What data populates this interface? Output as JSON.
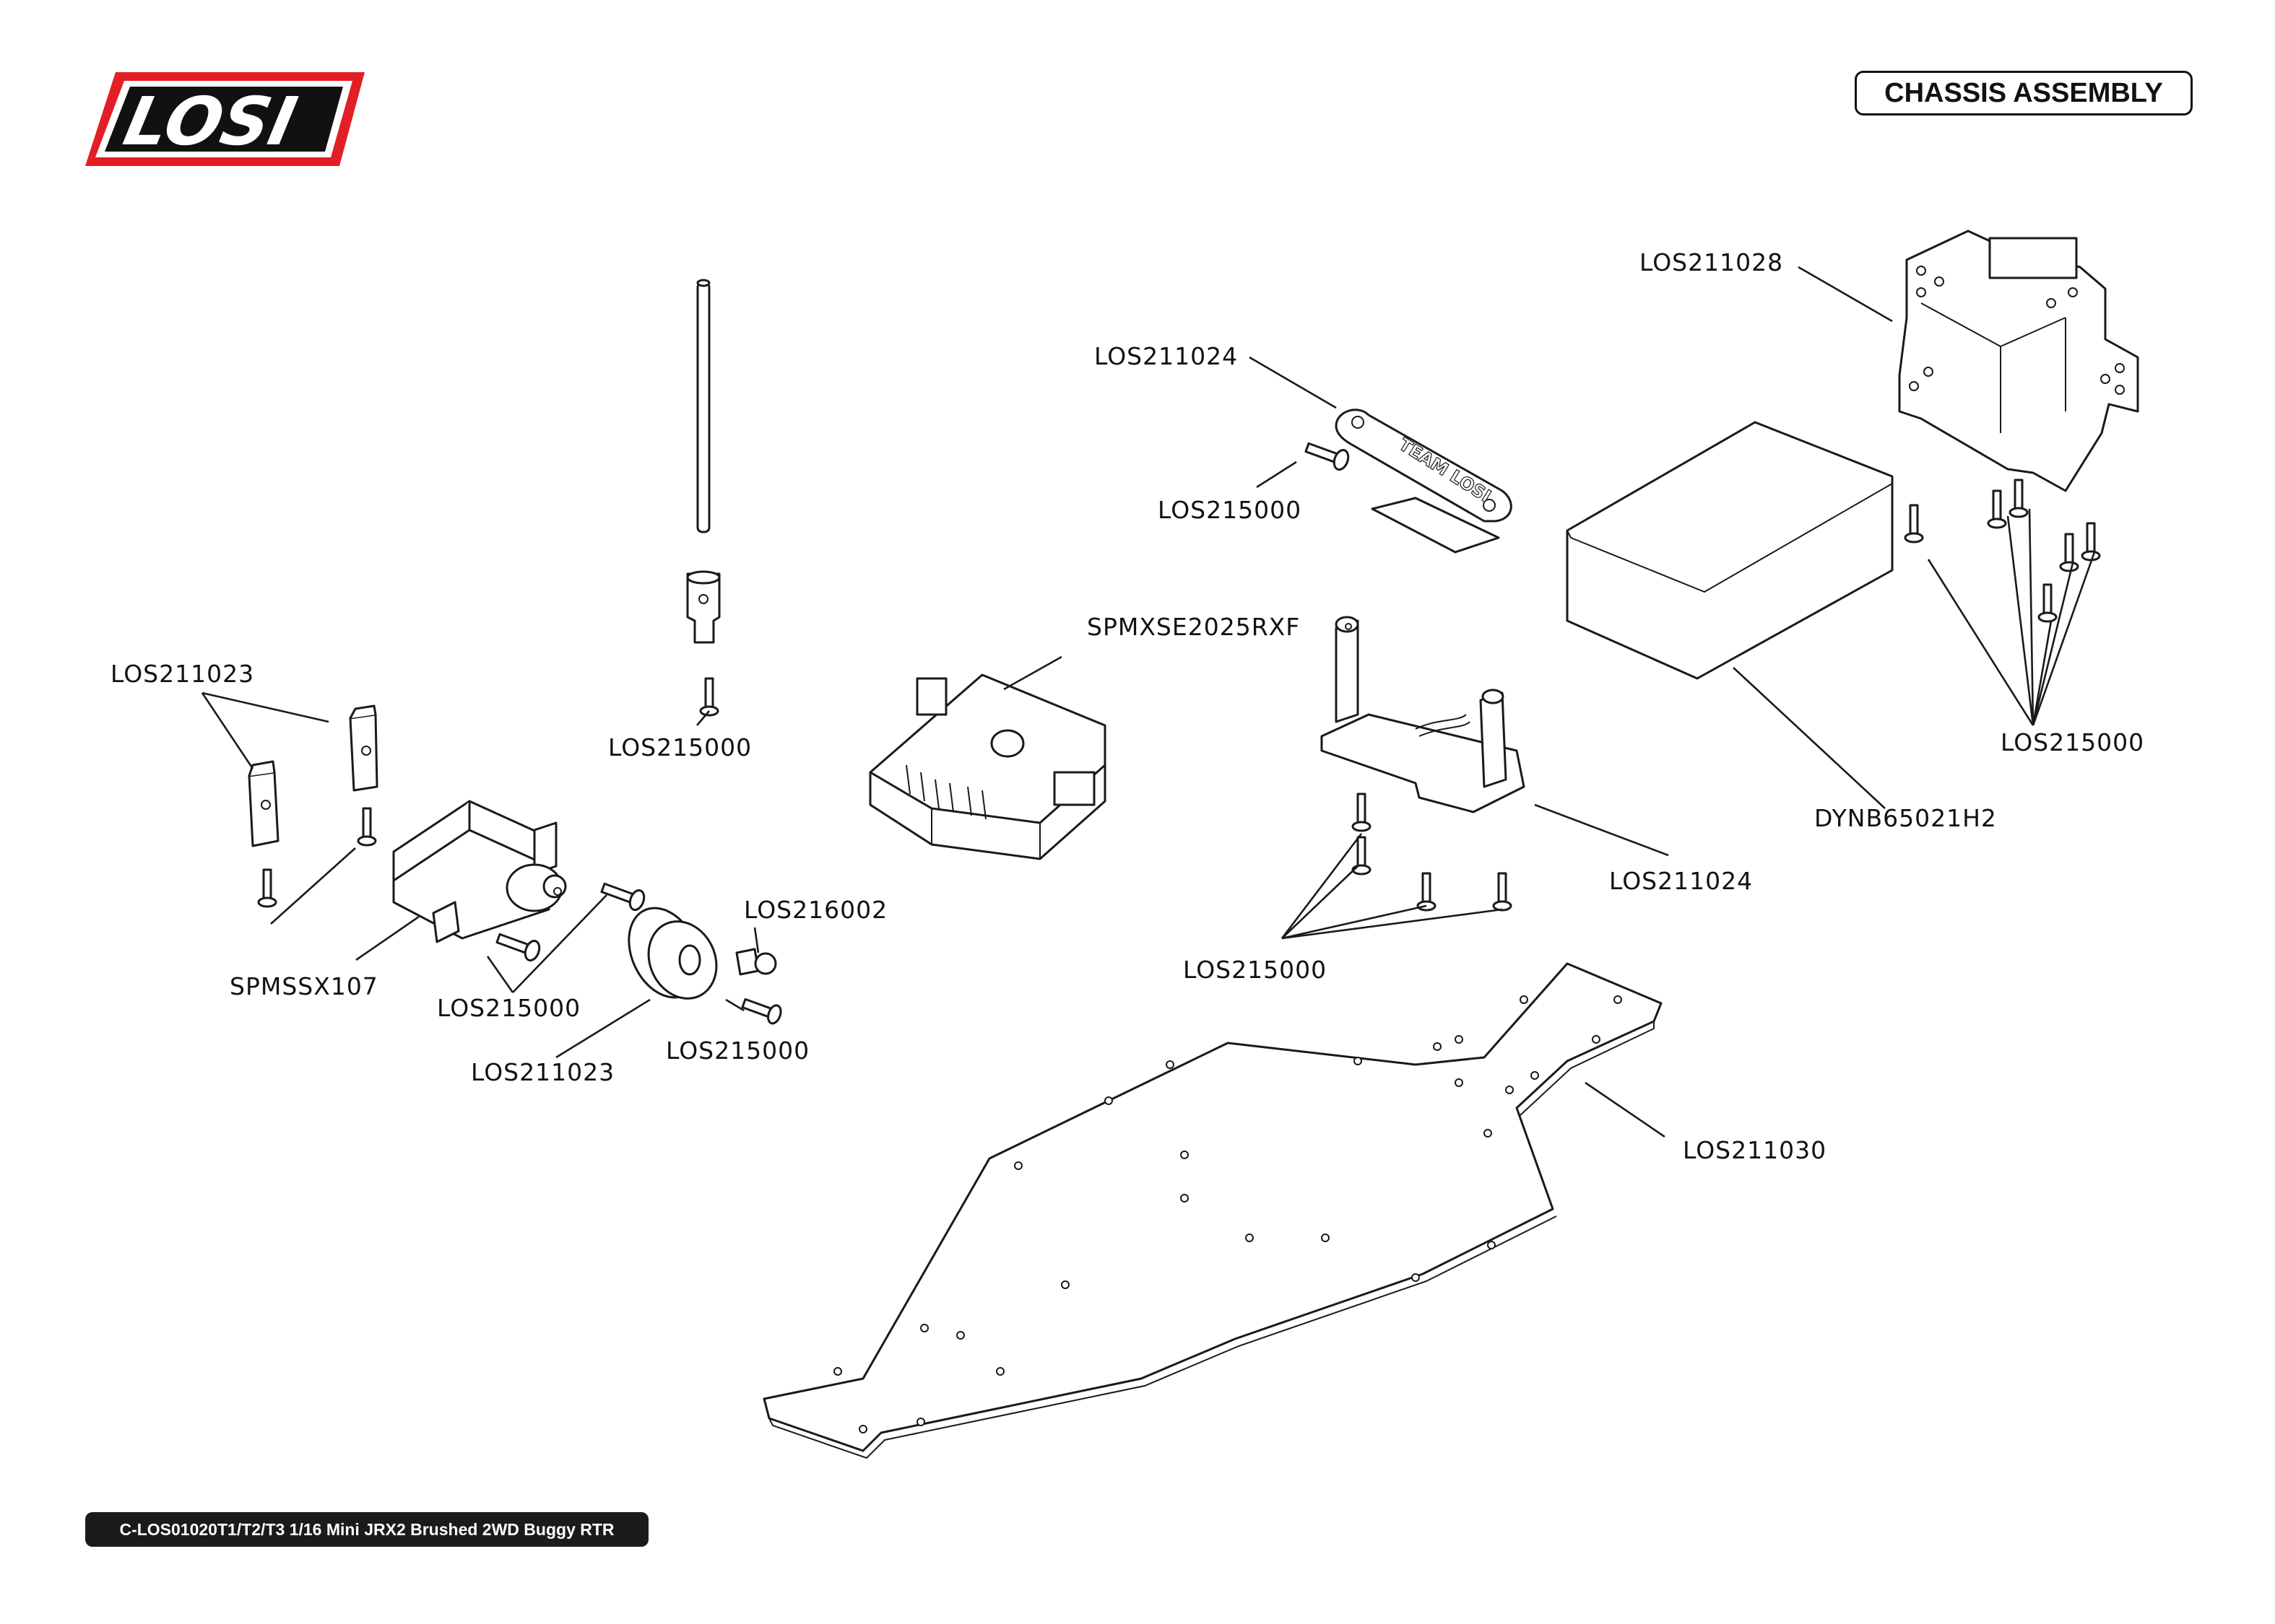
{
  "header": {
    "brand_logo": "LOSI",
    "title": "CHASSIS ASSEMBLY"
  },
  "footer": {
    "model": "C-LOS01020T1/T2/T3 1/16 Mini JRX2 Brushed 2WD Buggy RTR"
  },
  "callouts": [
    {
      "id": "c1",
      "part_number": "LOS211023"
    },
    {
      "id": "c2",
      "part_number": "SPMSSX107"
    },
    {
      "id": "c3",
      "part_number": "LOS215000"
    },
    {
      "id": "c4",
      "part_number": "LOS211023"
    },
    {
      "id": "c5",
      "part_number": "LOS216002"
    },
    {
      "id": "c6",
      "part_number": "LOS215000"
    },
    {
      "id": "c7",
      "part_number": "LOS215000"
    },
    {
      "id": "c8",
      "part_number": "SPMXSE2025RXF"
    },
    {
      "id": "c9",
      "part_number": "LOS211024"
    },
    {
      "id": "c10",
      "part_number": "LOS215000"
    },
    {
      "id": "c11",
      "part_number": "LOS211028"
    },
    {
      "id": "c12",
      "part_number": "LOS215000"
    },
    {
      "id": "c13",
      "part_number": "DYNB65021H2"
    },
    {
      "id": "c14",
      "part_number": "LOS211024"
    },
    {
      "id": "c15",
      "part_number": "LOS215000"
    },
    {
      "id": "c16",
      "part_number": "LOS211030"
    }
  ],
  "colors": {
    "ink": "#1a1a1a",
    "logo_red": "#e21f26",
    "footer_bg": "#1b1b1b",
    "footer_text": "#ffffff"
  }
}
